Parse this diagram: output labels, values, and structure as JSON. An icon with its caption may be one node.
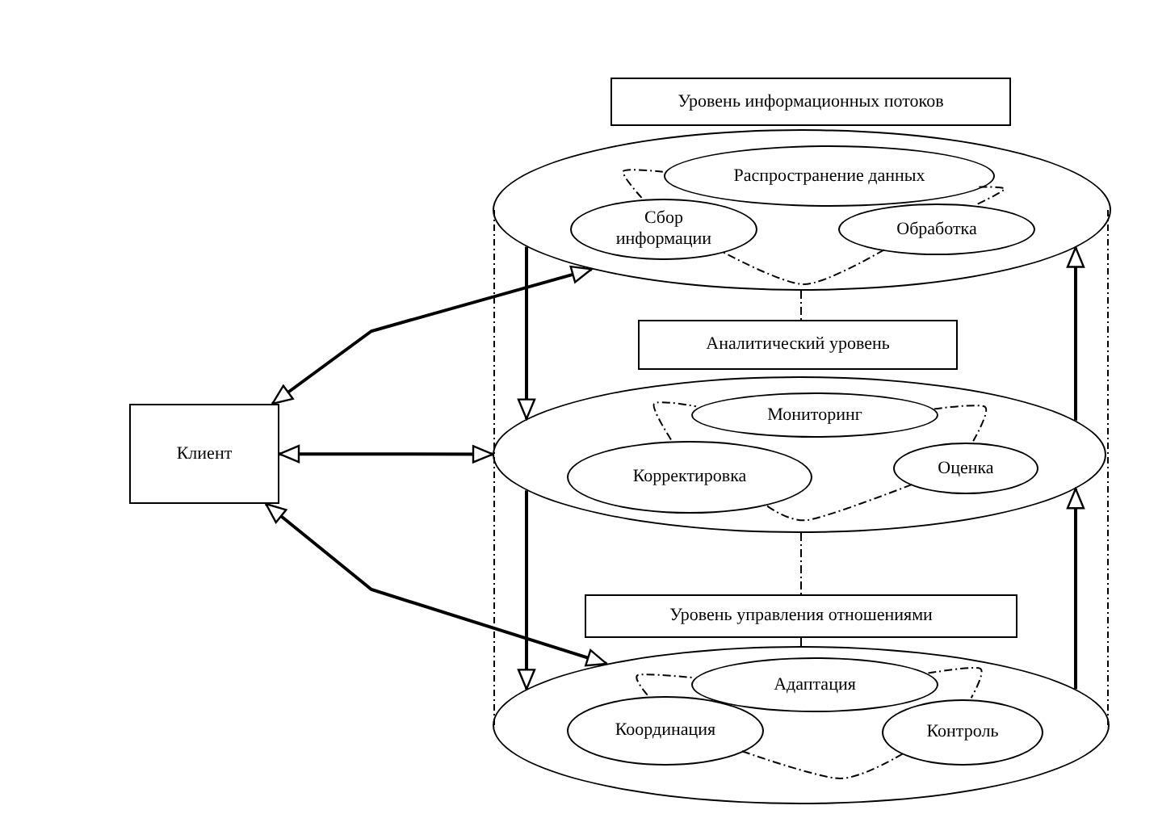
{
  "diagram": {
    "nodes": [
      {
        "text": [
          "Клиент"
        ]
      },
      {
        "text": [
          "Уровень информационных потоков"
        ]
      },
      {
        "text": [],
        "shape": "ellipse"
      },
      {
        "text": [
          "Распространение данных"
        ],
        "in": 2
      },
      {
        "text": [
          "Сбор информации"
        ],
        "in": 2
      },
      {
        "text": [
          "Обработка"
        ],
        "in": 2
      },
      {
        "text": [
          "Аналитический уровень"
        ]
      },
      {
        "text": [],
        "shape": "ellipse"
      },
      {
        "text": [
          "Мониторинг"
        ],
        "in": 7
      },
      {
        "text": [
          "Корректировка"
        ],
        "in": 7
      },
      {
        "text": [
          "Оценка"
        ],
        "in": 7
      },
      {
        "text": [
          "Уровень управления отношениями"
        ]
      },
      {
        "text": [],
        "shape": "ellipse"
      },
      {
        "text": [
          "Адаптация"
        ],
        "in": 12
      },
      {
        "text": [
          "Координация"
        ],
        "in": 12
      },
      {
        "text": [
          "Контроль"
        ],
        "in": 12
      }
    ],
    "edges": [
      {
        "from": 0,
        "to": 2,
        "arrow": "both"
      },
      {
        "from": 0,
        "to": 7,
        "arrow": "both"
      },
      {
        "from": 0,
        "to": 12,
        "arrow": "both"
      },
      {
        "from": 2,
        "to": 7,
        "arrow": "to"
      },
      {
        "from": 7,
        "to": 12,
        "arrow": "to"
      },
      {
        "from": 12,
        "to": 7,
        "arrow": "to"
      },
      {
        "from": 7,
        "to": 2,
        "arrow": "to"
      },
      {
        "from": 2,
        "to": 6,
        "arrow": "none",
        "style": "dashed"
      },
      {
        "from": 7,
        "to": 11,
        "arrow": "none",
        "style": "dashed"
      },
      {
        "from": 11,
        "to": 12,
        "arrow": "none"
      },
      {
        "from": 4,
        "to": 3,
        "arrow": "none",
        "style": "dashed"
      },
      {
        "from": 3,
        "to": 5,
        "arrow": "none",
        "style": "dashed"
      },
      {
        "from": 5,
        "to": 4,
        "arrow": "none",
        "style": "dashed"
      },
      {
        "from": 9,
        "to": 8,
        "arrow": "none",
        "style": "dashed"
      },
      {
        "from": 8,
        "to": 10,
        "arrow": "none",
        "style": "dashed"
      },
      {
        "from": 10,
        "to": 9,
        "arrow": "none",
        "style": "dashed"
      },
      {
        "from": 14,
        "to": 13,
        "arrow": "none",
        "style": "dashed"
      },
      {
        "from": 13,
        "to": 15,
        "arrow": "none",
        "style": "dashed"
      },
      {
        "from": 15,
        "to": 14,
        "arrow": "none",
        "style": "dashed"
      }
    ]
  }
}
